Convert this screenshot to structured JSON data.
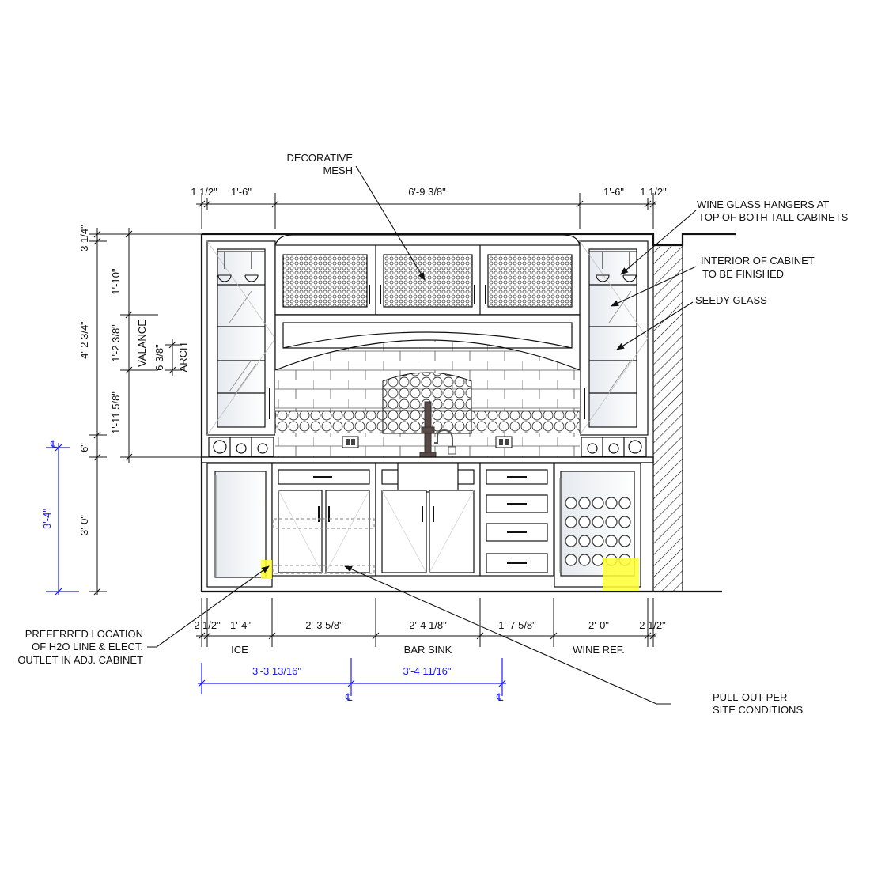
{
  "colors": {
    "line": "#111111",
    "blue": "#1a1aff",
    "highlight": "#ffff33",
    "glass": "#d9dfe6"
  },
  "labels": {
    "decorative_mesh_1": "DECORATIVE",
    "decorative_mesh_2": "MESH",
    "wine_glass_1": "WINE GLASS HANGERS AT",
    "wine_glass_2": "TOP OF BOTH TALL CABINETS",
    "interior_1": "INTERIOR OF CABINET",
    "interior_2": "TO BE FINISHED",
    "seedy_glass": "SEEDY GLASS",
    "preferred_1": "PREFERRED LOCATION",
    "preferred_2": "OF H2O LINE &  ELECT.",
    "preferred_3": "OUTLET IN ADJ. CABINET",
    "pullout_1": "PULL-OUT PER",
    "pullout_2": "SITE CONDITIONS",
    "valance": "VALANCE",
    "arch": "ARCH",
    "ice": "ICE",
    "bar_sink": "BAR SINK",
    "wine_ref": "WINE REF.",
    "centerline": "℄"
  },
  "dims": {
    "top": [
      "1 1/2\"",
      "1'-6\"",
      "6'-9 3/8\"",
      "1'-6\"",
      "1 1/2\""
    ],
    "bottom": [
      "2 1/2\"",
      "1'-4\"",
      "2'-3 5/8\"",
      "2'-4 1/8\"",
      "1'-7 5/8\"",
      "2'-0\"",
      "2 1/2\""
    ],
    "left": [
      "3 1/4\"",
      "1'-10\"",
      "4'-2 3/4\"",
      "1'-2 3/8\"",
      "6 3/8\"",
      "1'-11 5/8\"",
      "6\"",
      "3'-0\""
    ],
    "blue_left": "3'-4\"",
    "blue_bottom": [
      "3'-3 13/16\"",
      "3'-4 11/16\""
    ]
  }
}
